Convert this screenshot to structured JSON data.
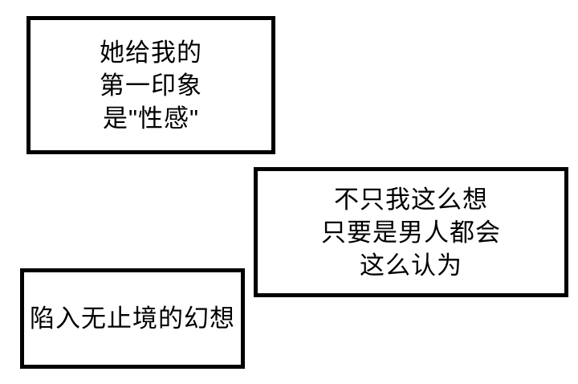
{
  "page": {
    "background_color": "#ffffff",
    "box_border_color": "#000000",
    "text_color": "#000000"
  },
  "panels": [
    {
      "id": "narration-box-1",
      "position": "top-left",
      "lines": [
        "她给我的",
        "第一印象",
        "是\"性感\""
      ]
    },
    {
      "id": "narration-box-2",
      "position": "middle-right",
      "lines": [
        "不只我这么想",
        "只要是男人都会",
        "这么认为"
      ]
    },
    {
      "id": "narration-box-3",
      "position": "bottom-left",
      "lines": [
        "陷入无止境的幻想"
      ]
    }
  ]
}
